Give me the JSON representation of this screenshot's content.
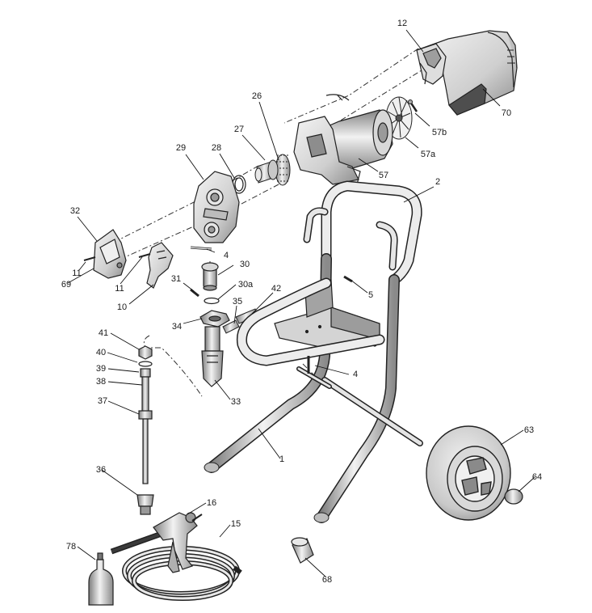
{
  "diagram": {
    "labels": {
      "l12": "12",
      "l70": "70",
      "l26": "26",
      "l27": "27",
      "l28": "28",
      "l29": "29",
      "l57b": "57b",
      "l57a": "57a",
      "l57": "57",
      "l2": "2",
      "l32": "32",
      "l4a": "4",
      "l30": "30",
      "l30a": "30a",
      "l31": "31",
      "l11a": "11",
      "l69": "69",
      "l11b": "11",
      "l10": "10",
      "l5": "5",
      "l42": "42",
      "l35": "35",
      "l34": "34",
      "l41": "41",
      "l40": "40",
      "l39": "39",
      "l38": "38",
      "l37": "37",
      "l33": "33",
      "l4b": "4",
      "l1": "1",
      "l63": "63",
      "l64": "64",
      "l36": "36",
      "l16": "16",
      "l15": "15",
      "l78": "78",
      "l68": "68"
    }
  }
}
